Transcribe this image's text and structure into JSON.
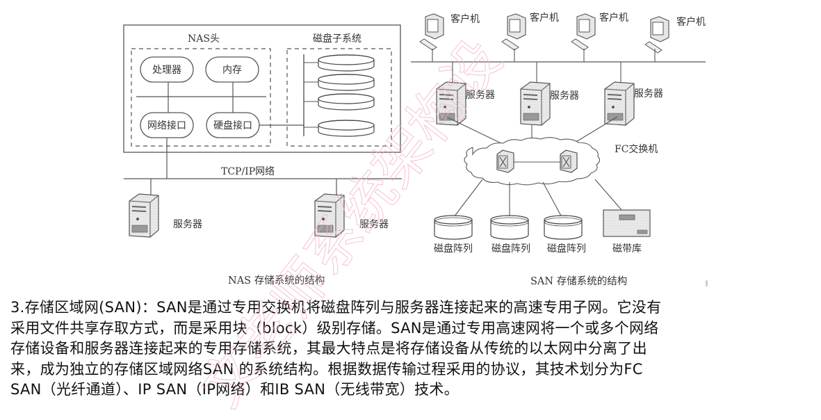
{
  "nas": {
    "head_label": "NAS头",
    "disk_subsystem_label": "磁盘子系统",
    "components": {
      "processor": "处理器",
      "memory": "内存",
      "network_interface": "网络接口",
      "disk_interface": "硬盘接口"
    },
    "network_label": "TCP/IP网络",
    "servers": [
      "服务器",
      "服务器"
    ],
    "caption": "NAS 存储系统的结构"
  },
  "san": {
    "clients": [
      "客户机",
      "客户机",
      "客户机",
      "客户机"
    ],
    "servers": [
      "服务器",
      "服务器",
      "服务器"
    ],
    "switch_label": "FC交换机",
    "storage": [
      "磁盘阵列",
      "磁盘阵列",
      "磁盘阵列",
      "磁带库"
    ],
    "caption": "SAN 存储系统的结构"
  },
  "paragraph": {
    "lines": [
      "3.存储区域网(SAN)：SAN是通过专用交换机将磁盘阵列与服务器连接起来的高速专用子网。它没有",
      "采用文件共享存取方式，而是采用块（block）级别存储。SAN是通过专用高速网将一个或多个网络",
      "存储设备和服务器连接起来的专用存储系统，其最大特点是将存储设备从传统的以太网中分离了出",
      "来，成为独立的存储区域网络SAN 的系统结构。根据数据传输过程采用的协议，其技术划分为FC",
      "SAN（光纤通道）、IP SAN（IP网络）和IB SAN（无线带宽）技术。"
    ]
  },
  "watermark": {
    "text": "文老师系统架构设"
  },
  "colors": {
    "line": "#444444",
    "watermark": "#f3b5c4",
    "device_fill": "#e6e6e6"
  }
}
